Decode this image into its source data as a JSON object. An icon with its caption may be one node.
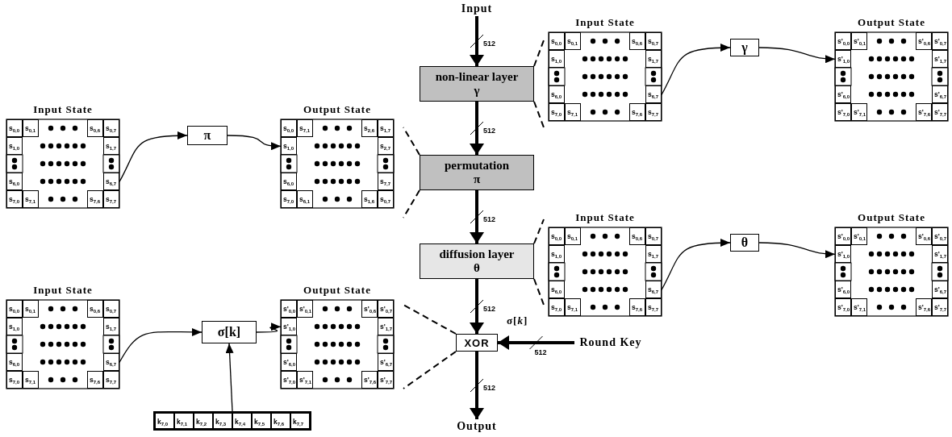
{
  "diagram": {
    "nodes": [
      {
        "text": [
          "Input"
        ]
      },
      {
        "text": [
          "non-linear layer",
          "γ"
        ]
      },
      {
        "text": [
          "permutation",
          "π"
        ]
      },
      {
        "text": [
          "diffusion layer",
          "θ"
        ]
      },
      {
        "text": [
          "XOR"
        ],
        "beside": [
          "σ[*k*]"
        ]
      },
      {
        "text": [
          "Output"
        ]
      },
      {
        "text": [
          "Round Key"
        ]
      },
      {
        "text": [
          "Input State"
        ]
      },
      {
        "text": [
          "s$_{0,0}$"
        ],
        "in": 7
      },
      {
        "text": [
          "s$_{0,1}$"
        ],
        "in": 7
      },
      {
        "text": [
          "s$_{0,6}$"
        ],
        "in": 7
      },
      {
        "text": [
          "s$_{0,7}$"
        ],
        "in": 7
      },
      {
        "text": [
          "s$_{1,0}$"
        ],
        "in": 7
      },
      {
        "text": [
          "s$_{1,7}$"
        ],
        "in": 7
      },
      {
        "text": [
          "s$_{6,0}$"
        ],
        "in": 7
      },
      {
        "text": [
          "s$_{6,7}$"
        ],
        "in": 7
      },
      {
        "text": [
          "s$_{7,0}$"
        ],
        "in": 7
      },
      {
        "text": [
          "s$_{7,1}$"
        ],
        "in": 7
      },
      {
        "text": [
          "s$_{7,6}$"
        ],
        "in": 7
      },
      {
        "text": [
          "s$_{7,7}$"
        ],
        "in": 7
      },
      {
        "text": [
          "γ"
        ]
      },
      {
        "text": [
          "Output State"
        ]
      },
      {
        "text": [
          "s'$_{0,0}$"
        ],
        "in": 21
      },
      {
        "text": [
          "s'$_{0,1}$"
        ],
        "in": 21
      },
      {
        "text": [
          "s'$_{0,6}$"
        ],
        "in": 21
      },
      {
        "text": [
          "s'$_{0,7}$"
        ],
        "in": 21
      },
      {
        "text": [
          "s'$_{1,0}$"
        ],
        "in": 21
      },
      {
        "text": [
          "s'$_{1,7}$"
        ],
        "in": 21
      },
      {
        "text": [
          "s'$_{6,0}$"
        ],
        "in": 21
      },
      {
        "text": [
          "s'$_{6,7}$"
        ],
        "in": 21
      },
      {
        "text": [
          "s'$_{7,0}$"
        ],
        "in": 21
      },
      {
        "text": [
          "s'$_{7,1}$"
        ],
        "in": 21
      },
      {
        "text": [
          "s'$_{7,6}$"
        ],
        "in": 21
      },
      {
        "text": [
          "s'$_{7,7}$"
        ],
        "in": 21
      },
      {
        "text": [
          "Input State"
        ]
      },
      {
        "text": [
          "s$_{0,0}$"
        ],
        "in": 34
      },
      {
        "text": [
          "s$_{0,1}$"
        ],
        "in": 34
      },
      {
        "text": [
          "s$_{0,6}$"
        ],
        "in": 34
      },
      {
        "text": [
          "s$_{0,7}$"
        ],
        "in": 34
      },
      {
        "text": [
          "s$_{1,0}$"
        ],
        "in": 34
      },
      {
        "text": [
          "s$_{1,7}$"
        ],
        "in": 34
      },
      {
        "text": [
          "s$_{6,0}$"
        ],
        "in": 34
      },
      {
        "text": [
          "s$_{6,7}$"
        ],
        "in": 34
      },
      {
        "text": [
          "s$_{7,0}$"
        ],
        "in": 34
      },
      {
        "text": [
          "s$_{7,1}$"
        ],
        "in": 34
      },
      {
        "text": [
          "s$_{7,6}$"
        ],
        "in": 34
      },
      {
        "text": [
          "s$_{7,7}$"
        ],
        "in": 34
      },
      {
        "text": [
          "π"
        ]
      },
      {
        "text": [
          "Output State"
        ]
      },
      {
        "text": [
          "s$_{0,0}$"
        ],
        "in": 48
      },
      {
        "text": [
          "s$_{7,1}$"
        ],
        "in": 48
      },
      {
        "text": [
          "s$_{2,6}$"
        ],
        "in": 48
      },
      {
        "text": [
          "s$_{1,7}$"
        ],
        "in": 48
      },
      {
        "text": [
          "s$_{1,0}$"
        ],
        "in": 48
      },
      {
        "text": [
          "s$_{2,7}$"
        ],
        "in": 48
      },
      {
        "text": [
          "s$_{6,0}$"
        ],
        "in": 48
      },
      {
        "text": [
          "s$_{7,7}$"
        ],
        "in": 48
      },
      {
        "text": [
          "s$_{7,0}$"
        ],
        "in": 48
      },
      {
        "text": [
          "s$_{6,1}$"
        ],
        "in": 48
      },
      {
        "text": [
          "s$_{1,6}$"
        ],
        "in": 48
      },
      {
        "text": [
          "s$_{0,7}$"
        ],
        "in": 48
      },
      {
        "text": [
          "Input State"
        ]
      },
      {
        "text": [
          "s$_{0,0}$"
        ],
        "in": 61
      },
      {
        "text": [
          "s$_{0,1}$"
        ],
        "in": 61
      },
      {
        "text": [
          "s$_{0,6}$"
        ],
        "in": 61
      },
      {
        "text": [
          "s$_{0,7}$"
        ],
        "in": 61
      },
      {
        "text": [
          "s$_{1,0}$"
        ],
        "in": 61
      },
      {
        "text": [
          "s$_{1,7}$"
        ],
        "in": 61
      },
      {
        "text": [
          "s$_{6,0}$"
        ],
        "in": 61
      },
      {
        "text": [
          "s$_{6,7}$"
        ],
        "in": 61
      },
      {
        "text": [
          "s$_{7,0}$"
        ],
        "in": 61
      },
      {
        "text": [
          "s$_{7,1}$"
        ],
        "in": 61
      },
      {
        "text": [
          "s$_{7,6}$"
        ],
        "in": 61
      },
      {
        "text": [
          "s$_{7,7}$"
        ],
        "in": 61
      },
      {
        "text": [
          "θ"
        ]
      },
      {
        "text": [
          "Output State"
        ]
      },
      {
        "text": [
          "s'$_{0,0}$"
        ],
        "in": 75
      },
      {
        "text": [
          "s'$_{0,1}$"
        ],
        "in": 75
      },
      {
        "text": [
          "s'$_{0,6}$"
        ],
        "in": 75
      },
      {
        "text": [
          "s'$_{0,7}$"
        ],
        "in": 75
      },
      {
        "text": [
          "s'$_{1,0}$"
        ],
        "in": 75
      },
      {
        "text": [
          "s'$_{1,7}$"
        ],
        "in": 75
      },
      {
        "text": [
          "s'$_{6,0}$"
        ],
        "in": 75
      },
      {
        "text": [
          "s'$_{6,7}$"
        ],
        "in": 75
      },
      {
        "text": [
          "s'$_{7,0}$"
        ],
        "in": 75
      },
      {
        "text": [
          "s'$_{7,1}$"
        ],
        "in": 75
      },
      {
        "text": [
          "s'$_{7,6}$"
        ],
        "in": 75
      },
      {
        "text": [
          "s'$_{7,7}$"
        ],
        "in": 75
      },
      {
        "text": [
          "Input State"
        ]
      },
      {
        "text": [
          "s$_{0,0}$"
        ],
        "in": 88
      },
      {
        "text": [
          "s$_{0,1}$"
        ],
        "in": 88
      },
      {
        "text": [
          "s$_{0,6}$"
        ],
        "in": 88
      },
      {
        "text": [
          "s$_{0,7}$"
        ],
        "in": 88
      },
      {
        "text": [
          "s$_{1,0}$"
        ],
        "in": 88
      },
      {
        "text": [
          "s$_{1,7}$"
        ],
        "in": 88
      },
      {
        "text": [
          "s$_{6,0}$"
        ],
        "in": 88
      },
      {
        "text": [
          "s$_{6,7}$"
        ],
        "in": 88
      },
      {
        "text": [
          "s$_{7,0}$"
        ],
        "in": 88
      },
      {
        "text": [
          "s$_{7,1}$"
        ],
        "in": 88
      },
      {
        "text": [
          "s$_{7,6}$"
        ],
        "in": 88
      },
      {
        "text": [
          "s$_{7,7}$"
        ],
        "in": 88
      },
      {
        "text": [
          "σ[k]"
        ]
      },
      {
        "text": [
          "Output State"
        ]
      },
      {
        "text": [
          "s'$_{0,0}$"
        ],
        "in": 102
      },
      {
        "text": [
          "s'$_{0,1}$"
        ],
        "in": 102
      },
      {
        "text": [
          "s'$_{0,6}$"
        ],
        "in": 102
      },
      {
        "text": [
          "s'$_{0,7}$"
        ],
        "in": 102
      },
      {
        "text": [
          "s'$_{1,0}$"
        ],
        "in": 102
      },
      {
        "text": [
          "s'$_{1,7}$"
        ],
        "in": 102
      },
      {
        "text": [
          "s'$_{6,0}$"
        ],
        "in": 102
      },
      {
        "text": [
          "s'$_{6,7}$"
        ],
        "in": 102
      },
      {
        "text": [
          "s'$_{7,0}$"
        ],
        "in": 102
      },
      {
        "text": [
          "s'$_{7,1}$"
        ],
        "in": 102
      },
      {
        "text": [
          "s'$_{7,6}$"
        ],
        "in": 102
      },
      {
        "text": [
          "s'$_{7,7}$"
        ],
        "in": 102
      },
      {
        "text": [],
        "shape": "bar"
      },
      {
        "text": [
          "k$_{7,0}$"
        ],
        "in": 115
      },
      {
        "text": [
          "k$_{7,1}$"
        ],
        "in": 115
      },
      {
        "text": [
          "k$_{7,2}$"
        ],
        "in": 115
      },
      {
        "text": [
          "k$_{7,3}$"
        ],
        "in": 115
      },
      {
        "text": [
          "k$_{7,4}$"
        ],
        "in": 115
      },
      {
        "text": [
          "k$_{7,5}$"
        ],
        "in": 115
      },
      {
        "text": [
          "k$_{7,6}$"
        ],
        "in": 115
      },
      {
        "text": [
          "k$_{7,7}$"
        ],
        "in": 115
      }
    ],
    "edges": [
      {
        "from": 0,
        "to": 1,
        "arrow": "to",
        "label": "512",
        "style": "thick"
      },
      {
        "from": 1,
        "to": 2,
        "arrow": "to",
        "label": "512",
        "style": "thick"
      },
      {
        "from": 2,
        "to": 3,
        "arrow": "to",
        "label": "512",
        "style": "thick"
      },
      {
        "from": 3,
        "to": 4,
        "arrow": "to",
        "label": "512",
        "style": "thick"
      },
      {
        "from": 4,
        "to": 5,
        "arrow": "to",
        "label": "512",
        "style": "thick"
      },
      {
        "from": 6,
        "to": 4,
        "arrow": "to",
        "label": "512",
        "style": "thick"
      },
      {
        "from": 7,
        "to": 20,
        "arrow": "to"
      },
      {
        "from": 20,
        "to": 21,
        "arrow": "to"
      },
      {
        "from": 34,
        "to": 47,
        "arrow": "to"
      },
      {
        "from": 47,
        "to": 48,
        "arrow": "to"
      },
      {
        "from": 61,
        "to": 74,
        "arrow": "to"
      },
      {
        "from": 74,
        "to": 75,
        "arrow": "to"
      },
      {
        "from": 88,
        "to": 101,
        "arrow": "to"
      },
      {
        "from": 101,
        "to": 102,
        "arrow": "to"
      },
      {
        "from": 115,
        "to": 101,
        "arrow": "to"
      }
    ]
  }
}
